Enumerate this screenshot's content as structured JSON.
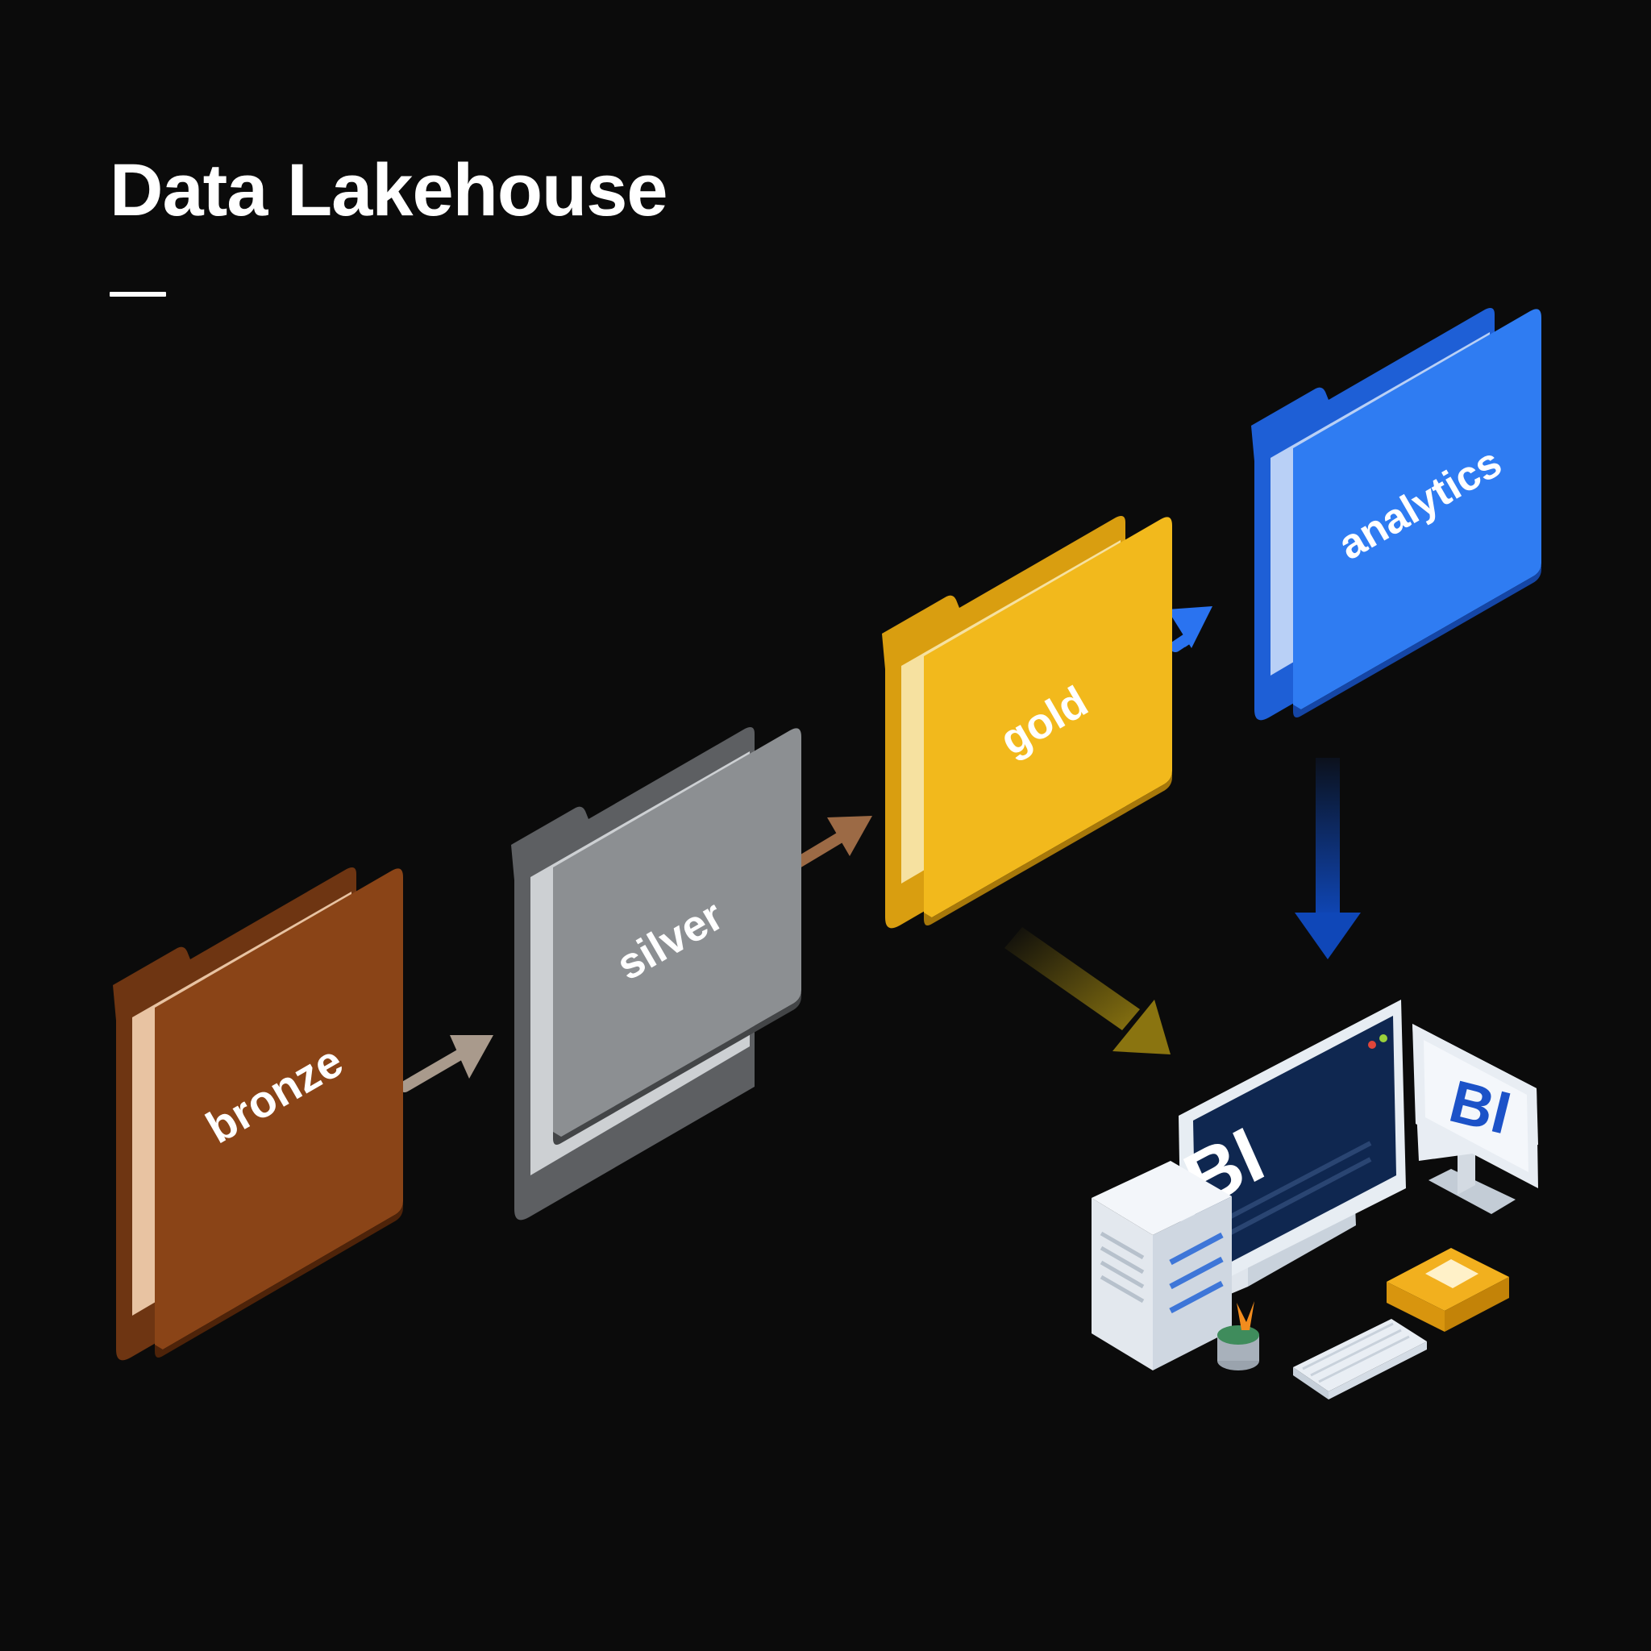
{
  "diagram": {
    "title": "Data Lakehouse",
    "nodes": [
      {
        "id": "bronze",
        "label": "bronze",
        "colors": {
          "back": "#6e3512",
          "paper": "#e8c3a2",
          "front": "#8a4417",
          "edge": "#4e2309"
        }
      },
      {
        "id": "silver",
        "label": "silver",
        "colors": {
          "back": "#5d5f62",
          "paper": "#cdd0d3",
          "front": "#8c8f92",
          "edge": "#434547"
        }
      },
      {
        "id": "gold",
        "label": "gold",
        "colors": {
          "back": "#d99e10",
          "paper": "#f6e1a0",
          "front": "#f2b91c",
          "edge": "#a7780a"
        }
      },
      {
        "id": "analytics",
        "label": "analytics",
        "colors": {
          "back": "#1e5fd6",
          "paper": "#b9d0f6",
          "front": "#2f7cf2",
          "edge": "#1546a6"
        }
      }
    ],
    "edges": [
      {
        "from": "bronze",
        "to": "silver",
        "color": "#a99a8c"
      },
      {
        "from": "silver",
        "to": "gold",
        "color": "#9c6a45"
      },
      {
        "from": "gold",
        "to": "analytics",
        "color": "#2a73f0"
      },
      {
        "from": "gold",
        "to": "bi-workstation",
        "color": "#8a7410"
      },
      {
        "from": "analytics",
        "to": "bi-workstation",
        "color": "#0f47b8"
      }
    ],
    "bi_workstation": {
      "main_screen_label": "BI",
      "secondary_screen_label": "BI",
      "colors": {
        "screen": "#0f2750",
        "secondary_text": "#1c52c8",
        "device": "#e8edf3",
        "accent": "#f2b01e"
      }
    }
  }
}
